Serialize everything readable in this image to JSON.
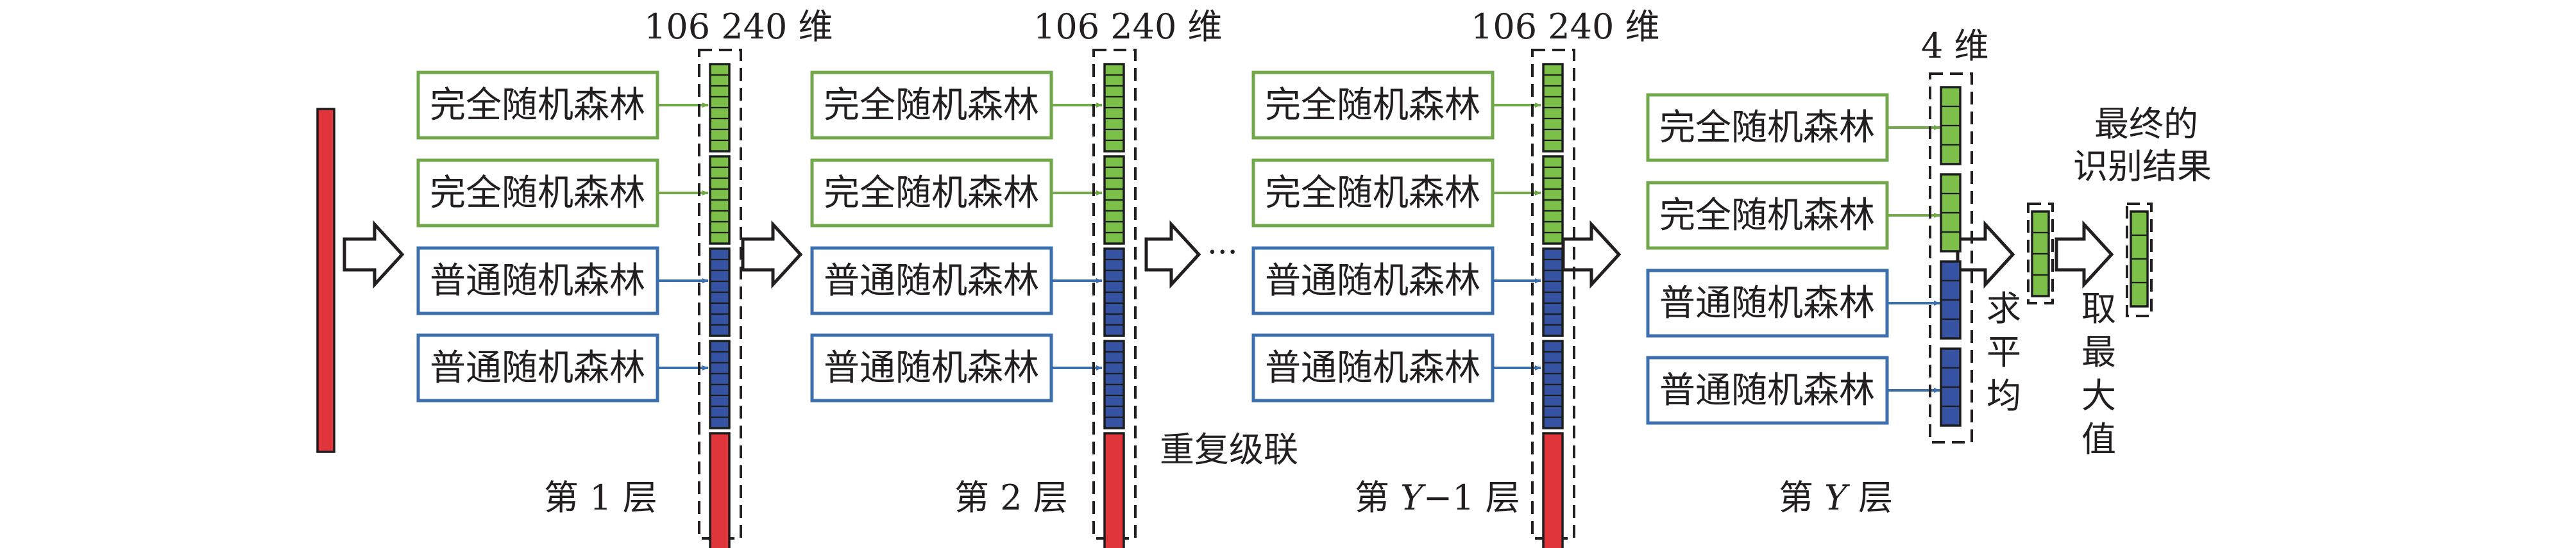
{
  "colors": {
    "green": "#70a84a",
    "blue": "#3c6fae",
    "red": "#e0353a",
    "green_cell": "#7cc049",
    "blue_cell": "#3552a3"
  },
  "forests": {
    "completely_random": "完全随机森林",
    "ordinary_random": "普通随机森林"
  },
  "dims": {
    "d1": "106 240 维",
    "d2": "106 240 维",
    "d3": "106 240 维",
    "d4": "4 维"
  },
  "layers": {
    "l1": "第 1 层",
    "l2": "第 2 层",
    "l3_pre": "第 ",
    "l3_var": "Y",
    "l3_post": "−1 层",
    "l4_pre": "第 ",
    "l4_var": "Y",
    "l4_post": " 层"
  },
  "repeat_cascade": "重复级联",
  "ellipsis": "···",
  "average": [
    "求",
    "平",
    "均"
  ],
  "take_max": [
    "取",
    "最",
    "大",
    "值"
  ],
  "final_result": [
    "最终的",
    "识别结果"
  ]
}
